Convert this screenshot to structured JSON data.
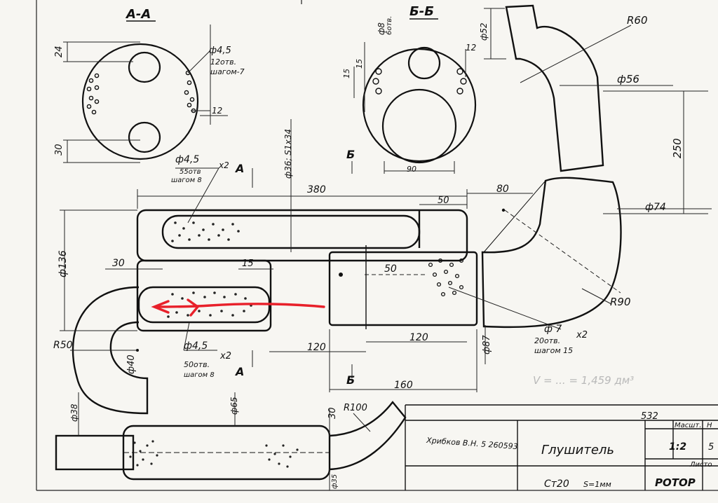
{
  "sections": {
    "aa": "А-А",
    "bb": "Б-Б",
    "a_mark": "А",
    "b_mark": "Б"
  },
  "section_aa": {
    "hole_dia": "ф4,5",
    "hole_count": "12отв.",
    "hole_pitch": "шагом-7",
    "dim_24": "24",
    "dim_30": "30",
    "dim_12": "12"
  },
  "section_bb": {
    "dim_8": "ф8",
    "dim_8_count": "6отв.",
    "dim_15a": "15",
    "dim_15b": "15",
    "dim_12": "12",
    "dim_90": "90"
  },
  "main_view": {
    "top_perf_dia": "ф4,5",
    "top_perf_x2": "x2",
    "top_perf_count": "55отв",
    "top_perf_pitch": "шагом 8",
    "pipe_36": "ф36; S1x34",
    "len_380": "380",
    "len_50": "50",
    "len_80": "80",
    "dia_74": "ф74",
    "dia_136": "ф136",
    "len_30": "30",
    "len_15": "15",
    "len_50b": "50",
    "r_90": "R90",
    "r_50": "R50",
    "dia_40": "ф40",
    "bot_perf_dia": "ф4,5",
    "bot_perf_x2": "x2",
    "bot_perf_count": "50отв.",
    "bot_perf_pitch": "шагом 8",
    "len_120a": "120",
    "len_120b": "120",
    "dia_87": "ф87",
    "dia_7": "ф 7",
    "dia_7_x2": "x2",
    "dia_7_count": "20отв.",
    "dia_7_pitch": "шагом 15",
    "len_160": "160"
  },
  "elbow_view": {
    "dia_52": "ф52",
    "r_60": "R60",
    "dia_56": "ф56",
    "len_250": "250"
  },
  "bottom_view": {
    "dia_38": "ф38",
    "dia_65": "ф65",
    "dim_30": "30",
    "r_100": "R100",
    "dia_35": "ф35"
  },
  "faint_note": "V = ... = 1,459 дм³",
  "title_block": {
    "doc_number": "532",
    "col_mass": "Масшт.",
    "col_n": "Н",
    "scale": "1:2",
    "scale_side": "5",
    "sheets": "Листо",
    "signature": "Хрибков В.Н. 5 260593",
    "part_name": "Глушитель",
    "material": "Ст20",
    "thickness": "S=1мм",
    "company": "РОТОР"
  },
  "annotation": {
    "arrow_color": "#e8202a",
    "line_color": "#111111",
    "paper_color": "#f7f6f2"
  }
}
